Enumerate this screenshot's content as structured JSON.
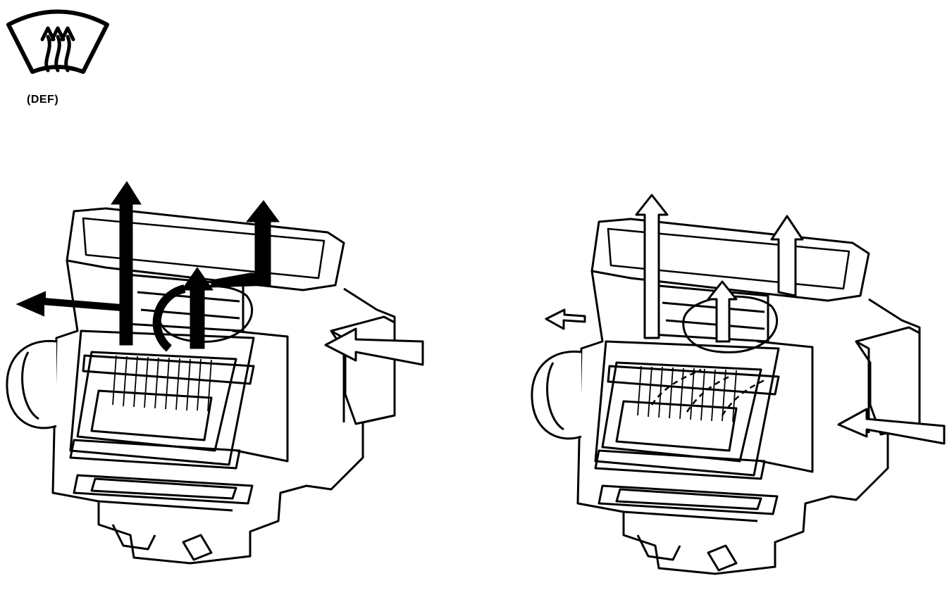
{
  "mode": {
    "label": "(DEF)",
    "icon": "windshield-defrost-icon"
  },
  "panels": [
    {
      "name": "max-heat-airflow",
      "arrow_style": "solid-black"
    },
    {
      "name": "partial-heat-airflow",
      "arrow_style": "hollow-outline"
    }
  ],
  "colors": {
    "ink": "#000000",
    "background": "#ffffff"
  }
}
